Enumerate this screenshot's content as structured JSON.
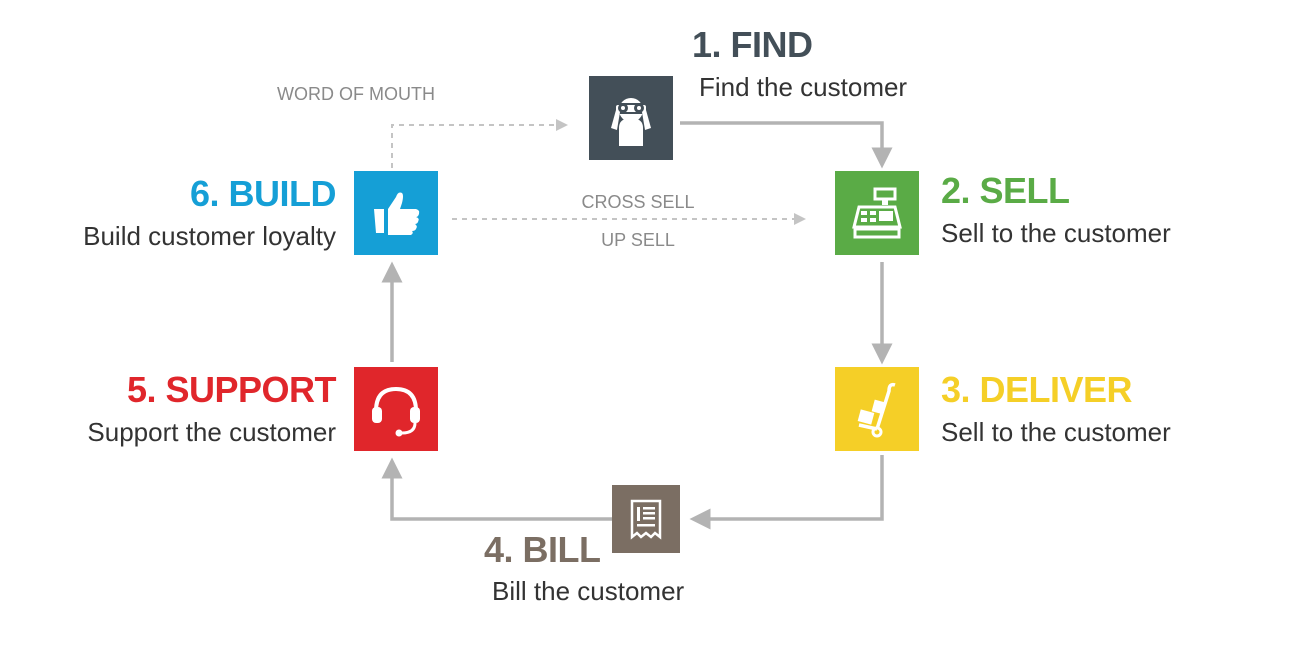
{
  "steps": [
    {
      "id": "find",
      "title": "1. FIND",
      "subtitle": "Find the customer",
      "color": "#434f58",
      "icon": "binoculars-person-icon"
    },
    {
      "id": "sell",
      "title": "2. SELL",
      "subtitle": "Sell to the customer",
      "color": "#5aab46",
      "icon": "cash-register-icon"
    },
    {
      "id": "deliver",
      "title": "3. DELIVER",
      "subtitle": "Sell to the customer",
      "color": "#f5cf27",
      "icon": "hand-truck-icon"
    },
    {
      "id": "bill",
      "title": "4. BILL",
      "subtitle": "Bill the customer",
      "color": "#7b6e63",
      "icon": "receipt-icon"
    },
    {
      "id": "support",
      "title": "5. SUPPORT",
      "subtitle": "Support the customer",
      "color": "#e0262b",
      "icon": "headset-icon"
    },
    {
      "id": "build",
      "title": "6. BUILD",
      "subtitle": "Build customer loyalty",
      "color": "#159fd6",
      "icon": "thumbs-up-icon"
    }
  ],
  "labels": {
    "word_of_mouth": "WORD OF MOUTH",
    "cross_sell": "CROSS SELL",
    "up_sell": "UP SELL"
  },
  "colors": {
    "arrow": "#b3b3b3",
    "dashed_arrow": "#c4c4c4",
    "label": "#8a8a8a"
  }
}
